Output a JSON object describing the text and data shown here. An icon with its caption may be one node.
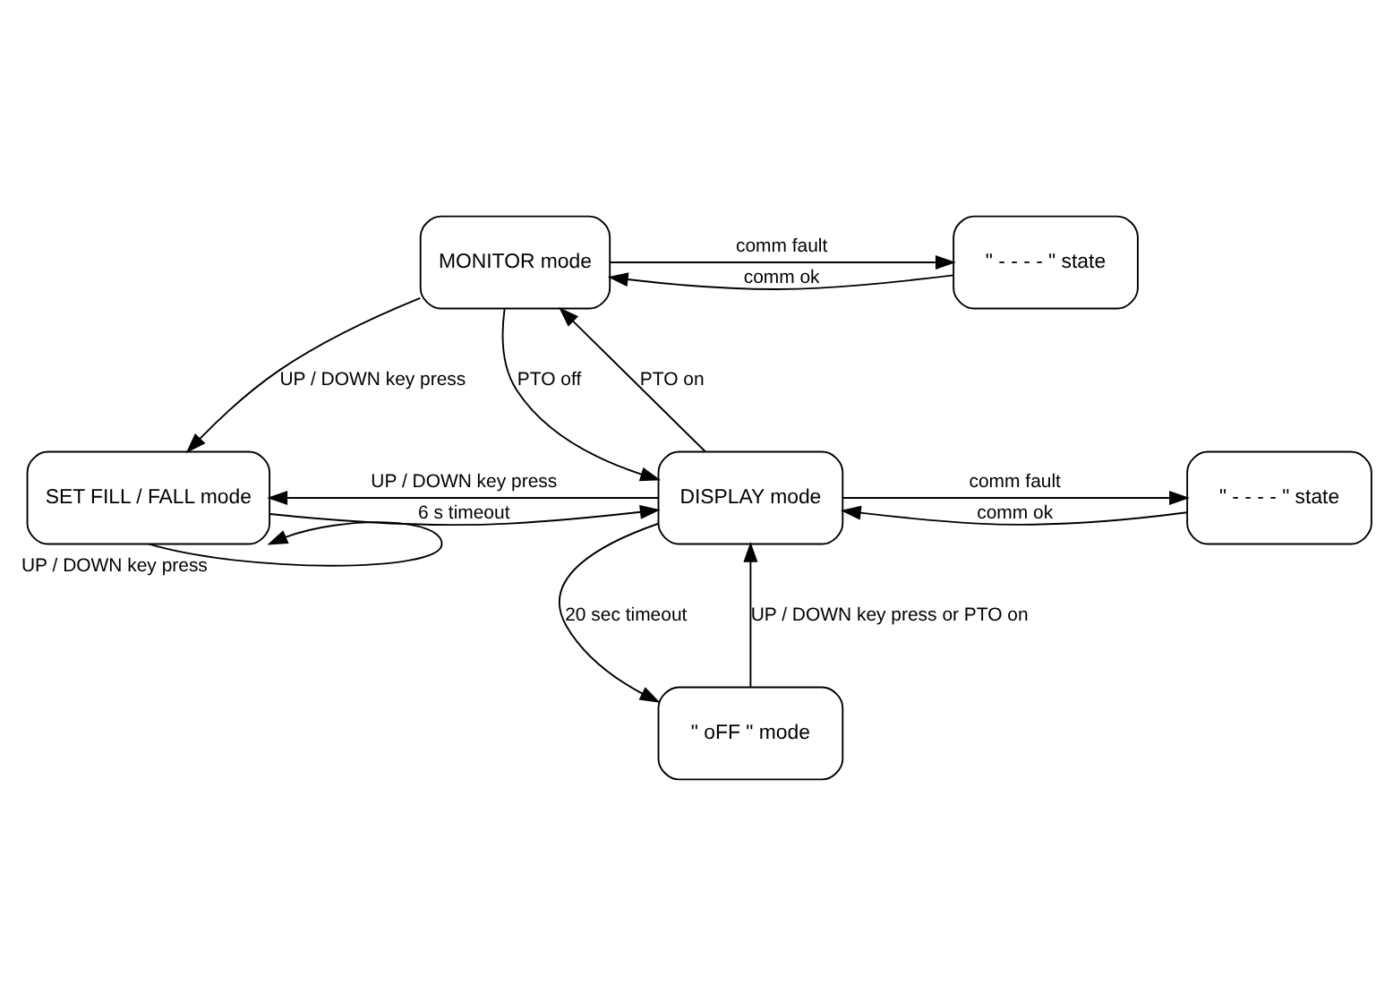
{
  "diagram": {
    "nodes": [
      {
        "text": [
          "MONITOR mode"
        ]
      },
      {
        "text": [
          "\" - - - - \" state"
        ]
      },
      {
        "text": [
          "SET FILL / FALL mode"
        ]
      },
      {
        "text": [
          "DISPLAY mode"
        ]
      },
      {
        "text": [
          "\" - - - - \" state"
        ]
      },
      {
        "text": [
          "\" oFF \" mode"
        ]
      }
    ],
    "edges": [
      {
        "from": 0,
        "to": 1,
        "arrow": "to",
        "label": "comm fault"
      },
      {
        "from": 1,
        "to": 0,
        "arrow": "to",
        "label": "comm ok"
      },
      {
        "from": 0,
        "to": 2,
        "arrow": "to",
        "label": "UP / DOWN key press"
      },
      {
        "from": 3,
        "to": 0,
        "arrow": "to",
        "label": "PTO on"
      },
      {
        "from": 0,
        "to": 3,
        "arrow": "to",
        "label": "PTO off"
      },
      {
        "from": 2,
        "to": 3,
        "arrow": "to",
        "label": "6 s timeout"
      },
      {
        "from": 3,
        "to": 2,
        "arrow": "to",
        "label": "UP / DOWN key press"
      },
      {
        "from": 3,
        "to": 4,
        "arrow": "to",
        "label": "comm fault"
      },
      {
        "from": 4,
        "to": 3,
        "arrow": "to",
        "label": "comm ok"
      },
      {
        "from": 2,
        "to": 2,
        "arrow": "to",
        "label": "UP / DOWN key press"
      },
      {
        "from": 3,
        "to": 5,
        "arrow": "to",
        "label": "20 sec timeout"
      },
      {
        "from": 5,
        "to": 3,
        "arrow": "to",
        "label": "UP / DOWN key press or PTO on"
      }
    ]
  }
}
